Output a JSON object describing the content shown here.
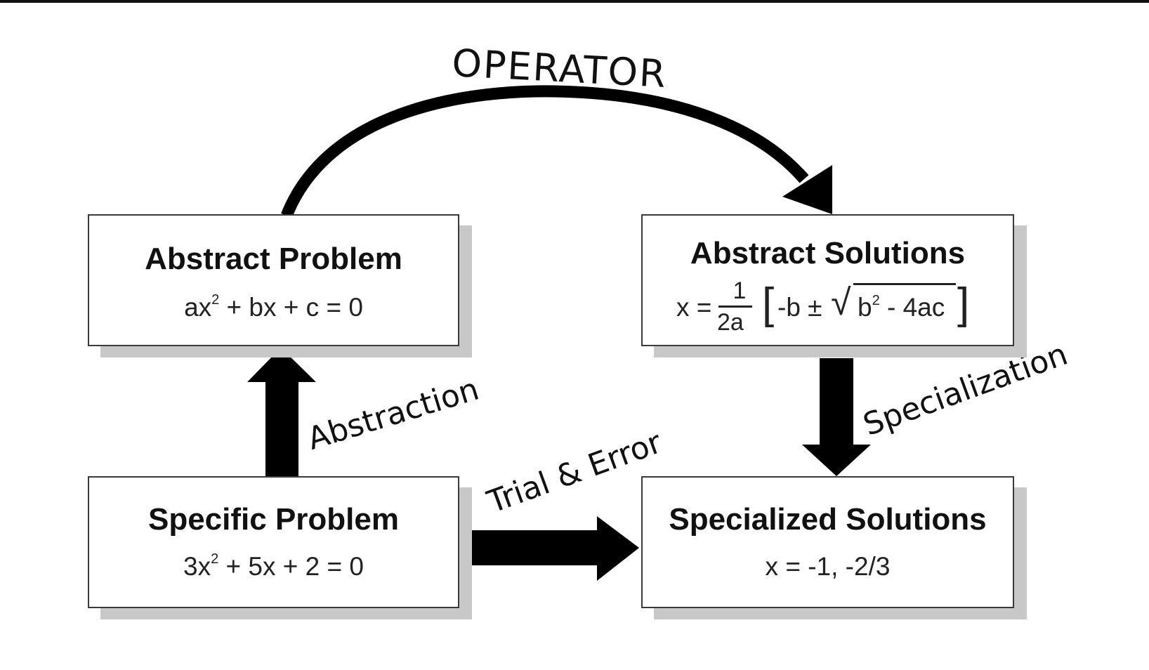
{
  "diagram": {
    "operator_label": "OPERATOR",
    "abstraction_label": "Abstraction",
    "specialization_label": "Specialization",
    "trial_error_label": "Trial & Error",
    "abstract_problem": {
      "title": "Abstract Problem",
      "eq_a": "ax",
      "eq_sup": "2",
      "eq_b": " + bx + c = 0"
    },
    "abstract_solutions": {
      "title": "Abstract Solutions",
      "x_eq": "x =",
      "frac_num": "1",
      "frac_den": "2a",
      "bracket_left": "[",
      "minus_b": "-b ±",
      "radical": "√",
      "radicand_a": "b",
      "radicand_sup": "2",
      "radicand_b": " - 4ac",
      "bracket_right": "]"
    },
    "specific_problem": {
      "title": "Specific Problem",
      "eq_a": "3x",
      "eq_sup": "2",
      "eq_b": " + 5x + 2 = 0"
    },
    "specialized_solutions": {
      "title": "Specialized Solutions",
      "eq": "x = -1, -2/3"
    }
  }
}
